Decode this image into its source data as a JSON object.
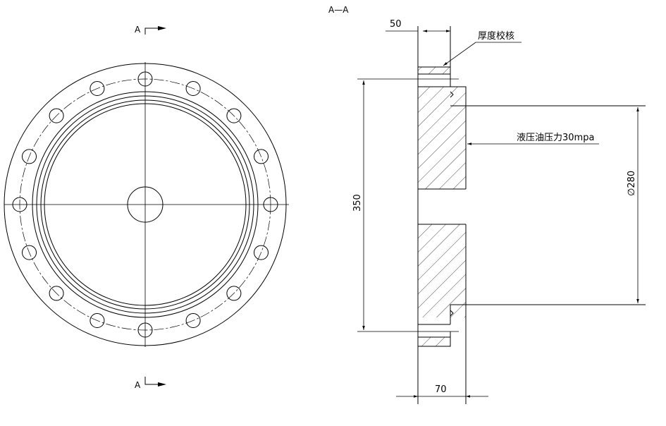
{
  "section_title": "A—A",
  "section_marks": {
    "top": "A",
    "bottom": "A"
  },
  "dimensions": {
    "top_width": "50",
    "height": "350",
    "bottom_width": "70",
    "bore_diameter": "∅280"
  },
  "annotations": {
    "thickness_check": "厚度校核",
    "oil_pressure": "液压油压力30mpa"
  },
  "front_view": {
    "bolt_holes": 16
  }
}
